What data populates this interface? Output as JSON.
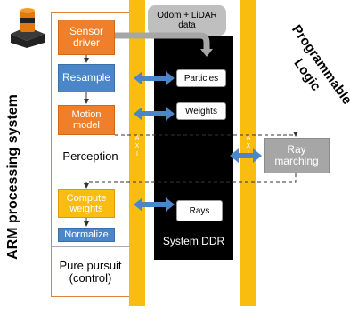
{
  "diagram": {
    "arm_label": "ARM processing system",
    "pl_label": "Programmable Logic",
    "sensor_driver": "Sensor driver",
    "resample": "Resample",
    "motion_model": "Motion model",
    "perception": "Perception",
    "compute_weights": "Compute weights",
    "normalize": "Normalize",
    "pure_pursuit": "Pure pursuit (control)",
    "odom_lidar": "Odom + LiDAR data",
    "particles": "Particles",
    "weights": "Weights",
    "rays": "Rays",
    "system_ddr": "System DDR",
    "ray_marching": "Ray marching",
    "axi_left": [
      "A",
      "X",
      "I"
    ],
    "axi_right": [
      "A",
      "X",
      "I"
    ]
  },
  "colors": {
    "orange": "#ef7f2a",
    "blue": "#4a86c8",
    "yellow": "#f8bd0e",
    "gray": "#a6a6a6",
    "ddr_black": "#000000"
  },
  "icons": [
    "lidar-sensor-icon"
  ]
}
